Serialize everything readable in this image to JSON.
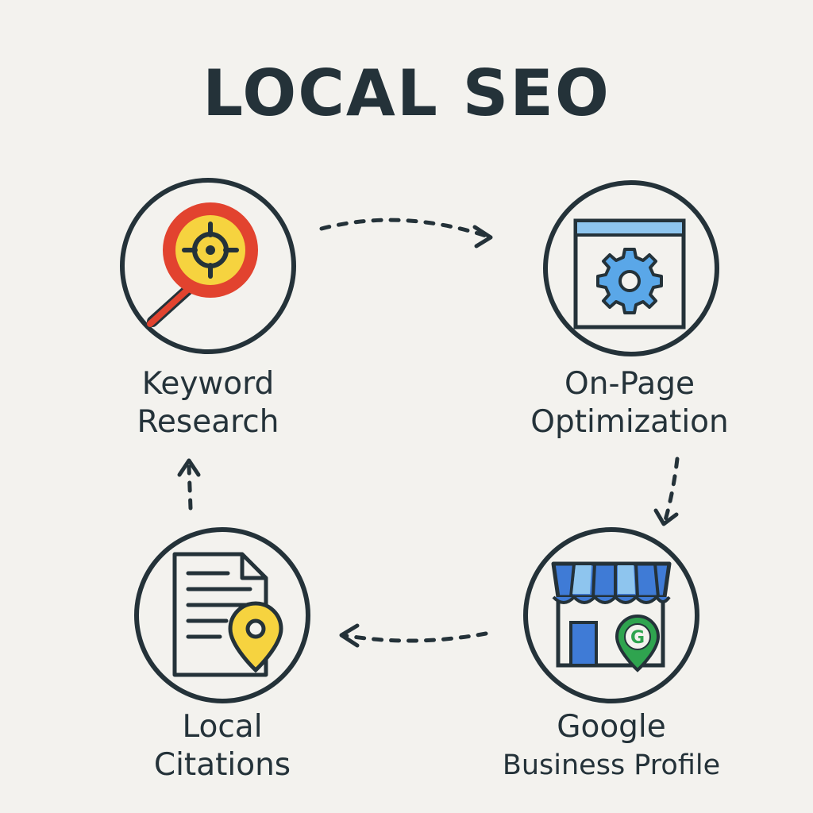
{
  "title": "LOCAL SEO",
  "steps": [
    {
      "line1": "Keyword",
      "line2": "Research",
      "icon": "target-magnifier-icon"
    },
    {
      "line1": "On-Page",
      "line2": "Optimization",
      "icon": "webpage-gear-icon"
    },
    {
      "line1": "Google",
      "line2": "Business Profile",
      "icon": "storefront-icon"
    },
    {
      "line1": "Local",
      "line2": "Citations",
      "icon": "document-location-pin-icon"
    }
  ],
  "storefront_badge": "G",
  "colors": {
    "text": "#243239",
    "background": "#f3f2ee",
    "red": "#e2432f",
    "yellow": "#f6d33f",
    "blue": "#3f7bd6",
    "light_blue": "#8ec5ee",
    "green": "#2fa44f"
  }
}
